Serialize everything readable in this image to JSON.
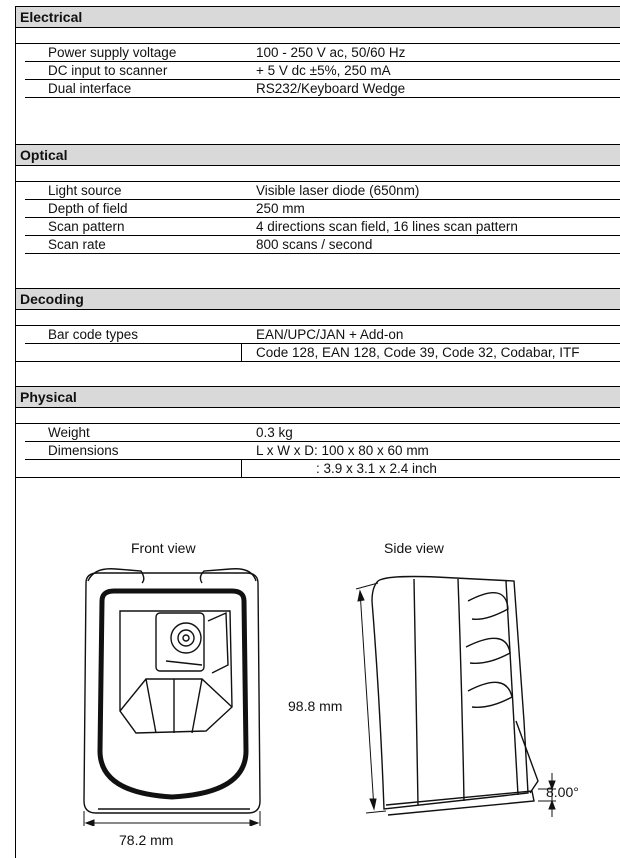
{
  "sections": [
    {
      "title": "Electrical",
      "rows": [
        {
          "label": "Power supply voltage",
          "value": "100 - 250 V ac, 50/60 Hz"
        },
        {
          "label": "DC input to scanner",
          "value": "+ 5 V dc ±5%, 250 mA"
        },
        {
          "label": "Dual interface",
          "value": "RS232/Keyboard Wedge"
        }
      ]
    },
    {
      "title": "Optical",
      "rows": [
        {
          "label": "Light source",
          "value": "Visible laser diode (650nm)"
        },
        {
          "label": "Depth of field",
          "value": "250 mm"
        },
        {
          "label": "Scan pattern",
          "value": "4 directions scan field, 16 lines scan pattern"
        },
        {
          "label": "Scan rate",
          "value": "800 scans / second"
        }
      ]
    },
    {
      "title": "Decoding",
      "rows": [
        {
          "label": "Bar code types",
          "value": "EAN/UPC/JAN + Add-on"
        },
        {
          "label": "",
          "value": "Code 128, EAN 128, Code 39, Code 32, Codabar, ITF"
        }
      ]
    },
    {
      "title": "Physical",
      "rows": [
        {
          "label": "Weight",
          "value": "0.3 kg"
        },
        {
          "label": "Dimensions",
          "value": "L x W x D: 100 x 80 x 60 mm"
        },
        {
          "label": "",
          "value": ": 3.9 x 3.1 x 2.4 inch"
        }
      ]
    }
  ],
  "drawings": {
    "front_caption": "Front view",
    "side_caption": "Side view",
    "width_dim": "78.2 mm",
    "height_dim": "98.8 mm",
    "angle_dim": "8.00°"
  }
}
